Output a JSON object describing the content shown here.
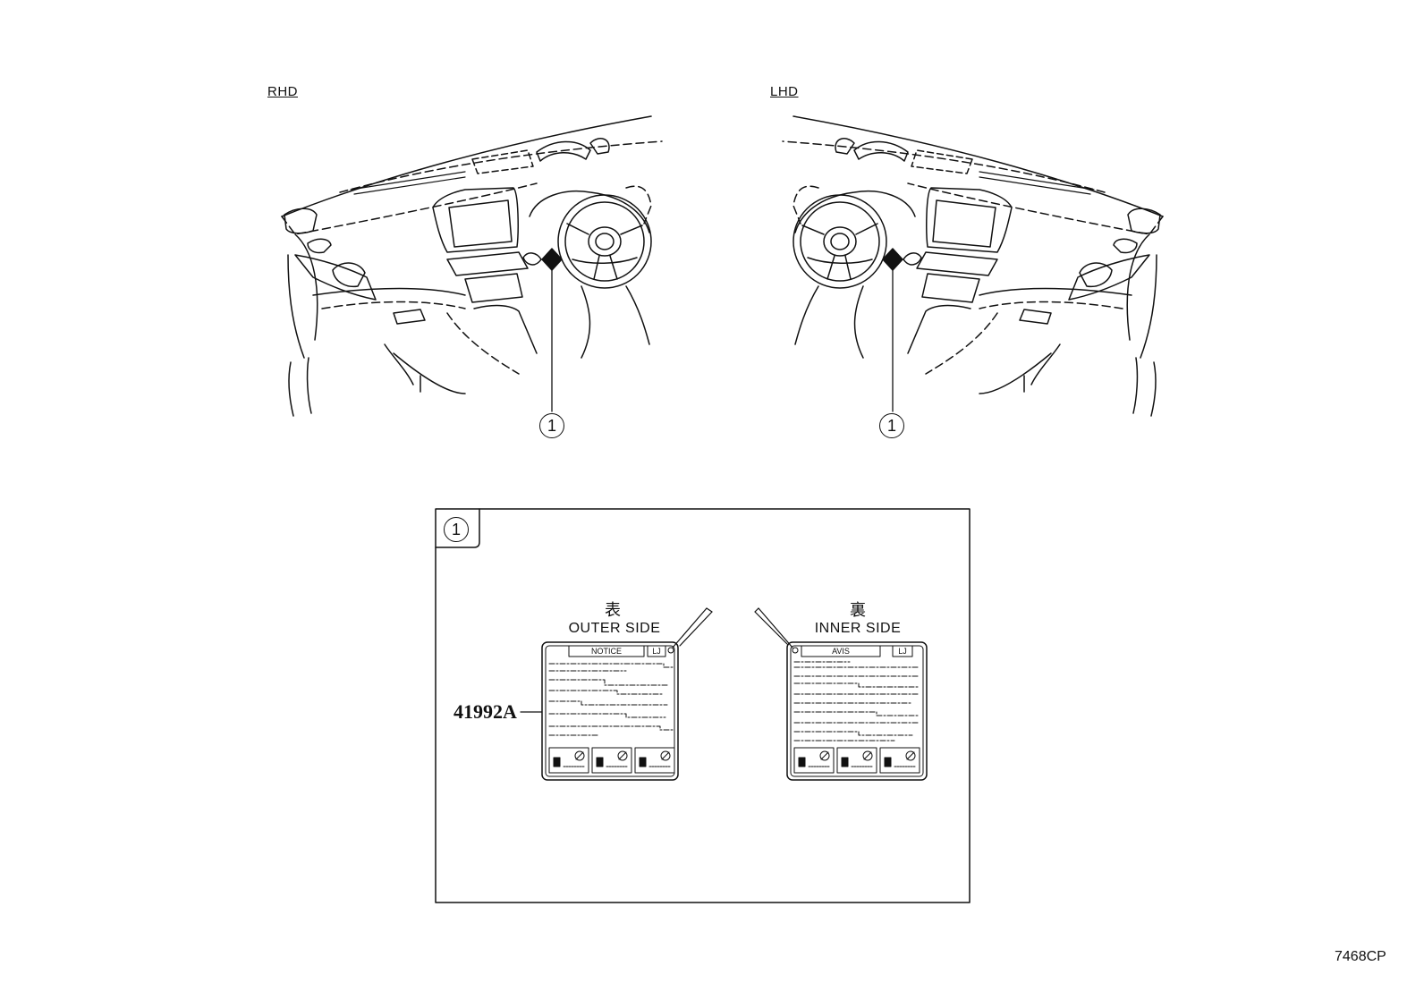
{
  "top": {
    "rhd_label": "RHD",
    "lhd_label": "LHD",
    "callout_rhd": "1",
    "callout_lhd": "1"
  },
  "detail": {
    "callout": "1",
    "outer": {
      "kanji": "表",
      "label": "OUTER SIDE",
      "tag_title": "NOTICE",
      "tag_badge": "LJ"
    },
    "inner": {
      "kanji": "裏",
      "label": "INNER SIDE",
      "tag_title": "AVIS",
      "tag_badge": "LJ"
    },
    "part_number": "41992A"
  },
  "diagram_code": "7468CP"
}
